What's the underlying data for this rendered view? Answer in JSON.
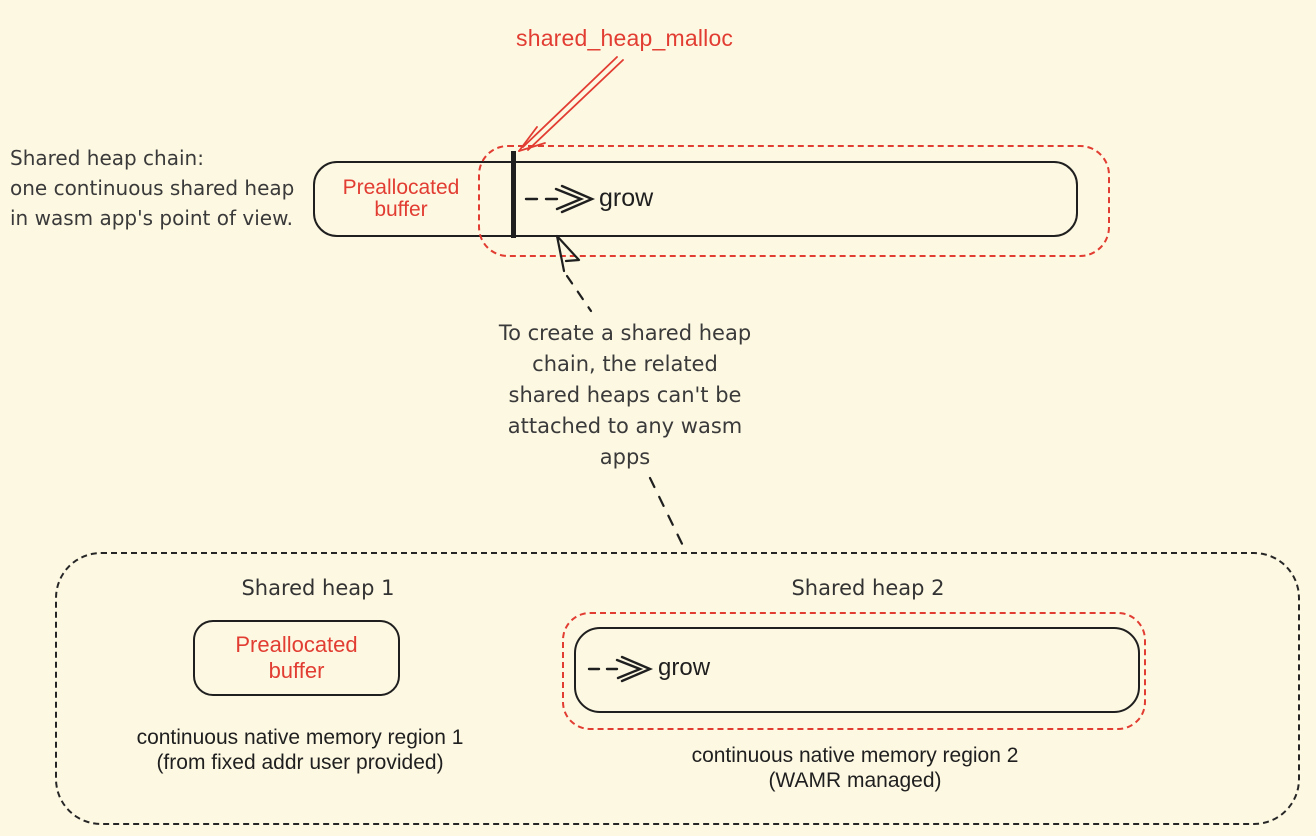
{
  "colors": {
    "background": "#fdf8e2",
    "red_accent": "#e23d32",
    "ink": "#1f1f1f",
    "gray_text": "#3a3a3a"
  },
  "top": {
    "malloc_label": "shared_heap_malloc",
    "description_lines": [
      "Shared heap chain:",
      "one continuous shared heap",
      "in wasm app's point of view."
    ],
    "preallocated_buffer_lines": [
      "Preallocated",
      "buffer"
    ],
    "grow_label": "grow"
  },
  "note_lines": [
    "To create a shared heap",
    "chain, the related",
    "shared heaps can't be",
    "attached to any wasm",
    "apps"
  ],
  "bottom": {
    "shared_heap_1": {
      "title": "Shared heap 1",
      "preallocated_buffer_lines": [
        "Preallocated",
        "buffer"
      ],
      "caption_lines": [
        "continuous native memory region 1",
        "(from fixed addr user provided)"
      ]
    },
    "shared_heap_2": {
      "title": "Shared heap 2",
      "grow_label": "grow",
      "caption_lines": [
        "continuous native memory region 2",
        "(WAMR managed)"
      ]
    }
  }
}
